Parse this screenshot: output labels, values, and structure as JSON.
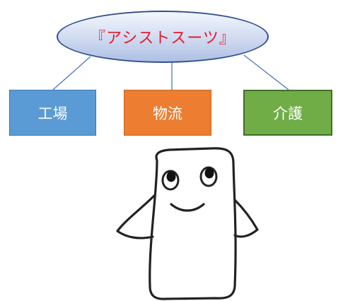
{
  "diagram": {
    "title": "『アシストスーツ』",
    "categories": [
      {
        "label": "工場",
        "color": "#5b9bd5"
      },
      {
        "label": "物流",
        "color": "#ed7d31"
      },
      {
        "label": "介護",
        "color": "#70ad47"
      }
    ],
    "colors": {
      "title_text": "#e8192c",
      "ellipse_border": "#2f4f8f",
      "connector": "#4a78b8"
    }
  },
  "mascot": {
    "icon": "smiling-mascot-icon"
  }
}
